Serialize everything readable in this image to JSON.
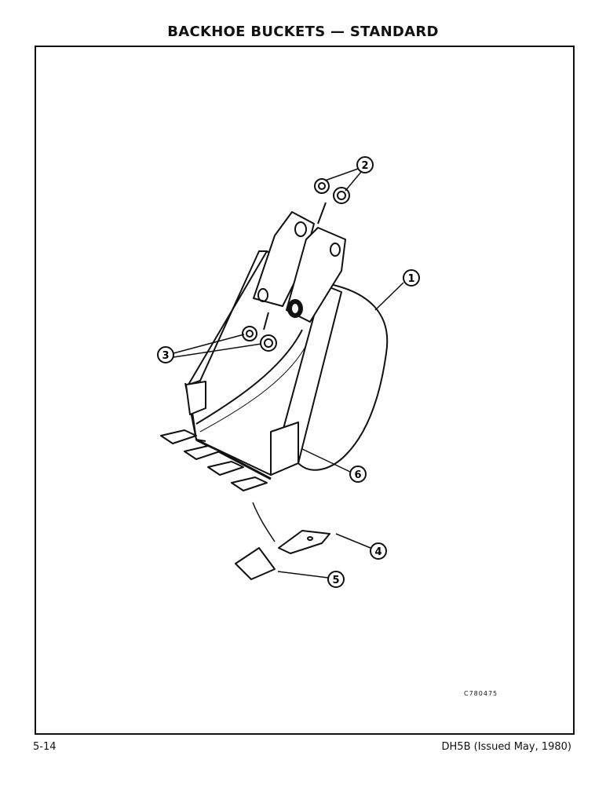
{
  "header": {
    "title": "BACKHOE BUCKETS — STANDARD"
  },
  "figure": {
    "figure_number": "C780475",
    "callouts": [
      "1",
      "2",
      "3",
      "4",
      "5",
      "6"
    ]
  },
  "footer": {
    "page_number": "5-14",
    "document_reference": "DH5B (Issued May, 1980)"
  }
}
